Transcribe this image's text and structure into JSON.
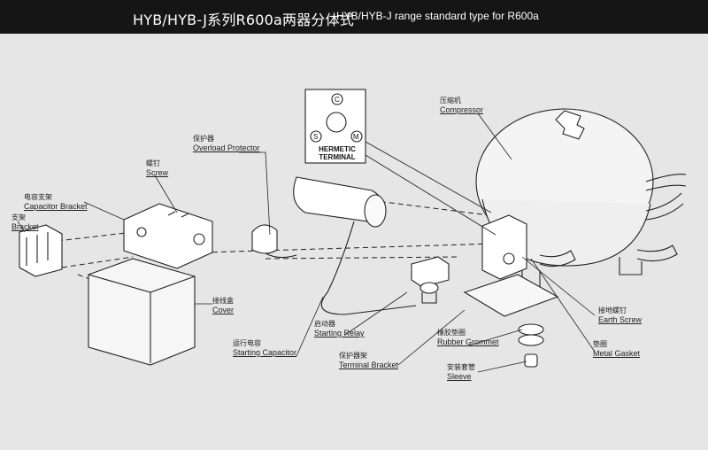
{
  "header": {
    "title_cn": "HYB/HYB-J系列R600a两器分体式",
    "title_en": "HYB/HYB-J range standard type for R600a",
    "background": "#151515"
  },
  "terminal": {
    "title_line1": "HERMETIC",
    "title_line2": "TERMINAL",
    "pin_c": "C",
    "pin_s": "S",
    "pin_m": "M"
  },
  "labels": {
    "compressor": {
      "cn": "压缩机",
      "en": "Compressor"
    },
    "overload_protector": {
      "cn": "保护器",
      "en": "Overload Protector"
    },
    "screw": {
      "cn": "螺钉",
      "en": "Screw"
    },
    "capacitor_bracket": {
      "cn": "电容支架",
      "en": "Capacitor Bracket"
    },
    "bracket": {
      "cn": "支架",
      "en": "Bracket"
    },
    "cover": {
      "cn": "接线盒",
      "en": "Cover"
    },
    "starting_relay": {
      "cn": "启动器",
      "en": "Starting Relay"
    },
    "starting_capacitor": {
      "cn": "运行电容",
      "en": "Starting Capacitor"
    },
    "terminal_bracket": {
      "cn": "保护器架",
      "en": "Terminal Bracket"
    },
    "rubber_grommet": {
      "cn": "橡胶垫圈",
      "en": "Rubber Grommet"
    },
    "sleeve": {
      "cn": "安装套管",
      "en": "Sleeve"
    },
    "earth_screw": {
      "cn": "接地螺钉",
      "en": "Earth Screw"
    },
    "metal_gasket": {
      "cn": "垫圈",
      "en": "Metal Gasket"
    }
  }
}
